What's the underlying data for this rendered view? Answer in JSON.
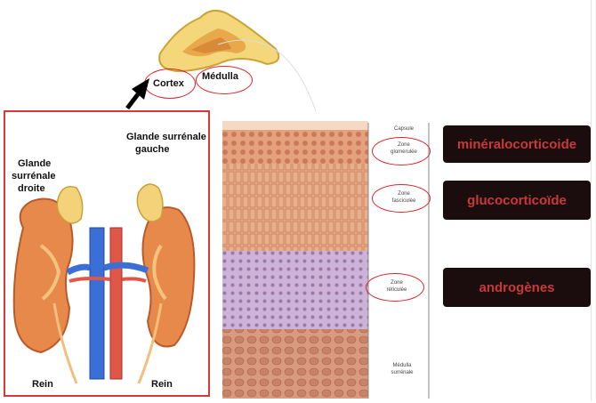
{
  "gland_cross_section": {
    "cortex_label": "Cortex",
    "medulla_label": "Médulla"
  },
  "kidney_figure": {
    "left_gland_label": [
      "Glande",
      "surrénale",
      "droite"
    ],
    "right_gland_label": [
      "Glande surrénale",
      "gauche"
    ],
    "kidney_left_label": "Rein",
    "kidney_right_label": "Rein"
  },
  "histology": {
    "capsule_label": "Capsule",
    "zona_glomerulosa_label": [
      "Zone",
      "glomérulée"
    ],
    "zona_fasciculata_label": [
      "Zone",
      "fasciculée"
    ],
    "zona_reticularis_label": [
      "Zone",
      "réticulée"
    ],
    "medulla_label": [
      "Médulla",
      "surrénale"
    ]
  },
  "hormones": [
    {
      "label": "minéralocorticoide"
    },
    {
      "label": "glucocorticoïde"
    },
    {
      "label": "androgènes"
    }
  ],
  "colors": {
    "accent_red": "#d8252b",
    "pill_bg": "#1b0d0d",
    "pill_text": "#c83a3a"
  }
}
